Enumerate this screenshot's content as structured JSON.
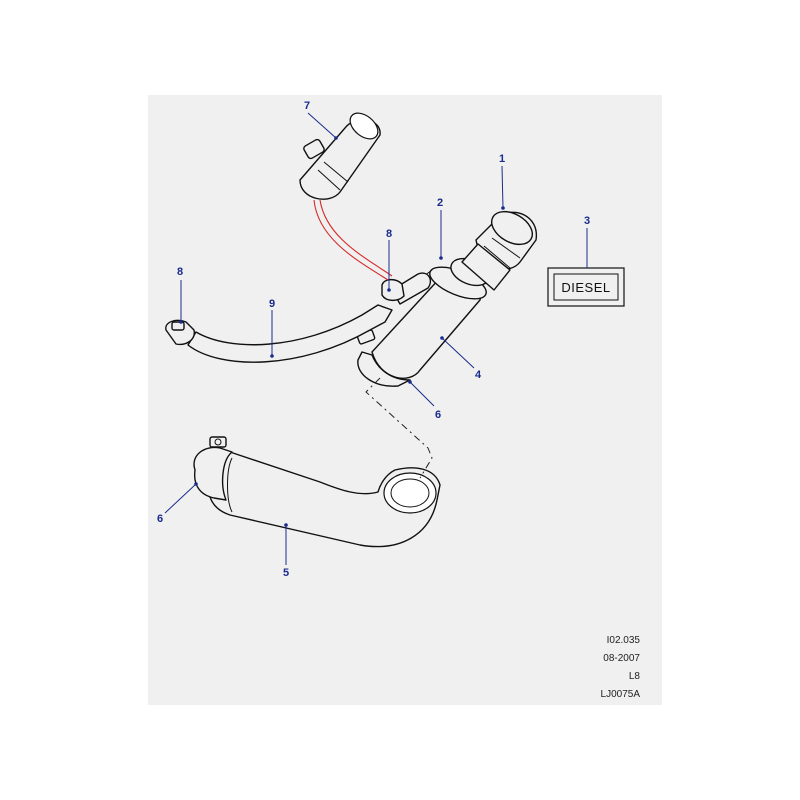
{
  "diagram": {
    "callouts": [
      "1",
      "2",
      "3",
      "4",
      "5",
      "6",
      "6",
      "7",
      "8",
      "8",
      "9"
    ],
    "label_part": {
      "text": "DIESEL"
    }
  },
  "footer": {
    "ref": "I02.035",
    "date": "08-2007",
    "model": "L8",
    "code": "LJ0075A"
  }
}
